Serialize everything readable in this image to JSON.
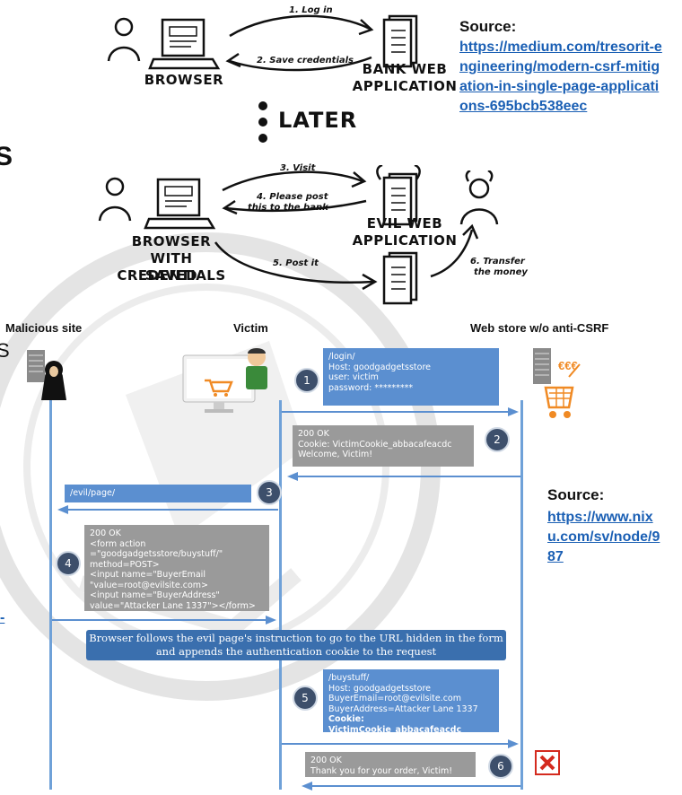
{
  "top_diagram": {
    "arrow_login": "1. Log in",
    "arrow_save": "2. Save credentials",
    "browser_label": "BROWSER",
    "bank_label_line1": "BANK WEB",
    "bank_label_line2": "APPLICATION",
    "later_label": "LATER",
    "arrow_visit": "3. Visit",
    "arrow_post_line1": "4. Please post",
    "arrow_post_line2": "this to the bank",
    "evil_label_line1": "EVIL WEB",
    "evil_label_line2": "APPLICATION",
    "browser_saved_line1": "BROWSER",
    "browser_saved_line2": "WITH SAVED",
    "browser_saved_line3": "CREDENTIALS",
    "arrow_postit": "5. Post it",
    "arrow_transfer_line1": "6. Transfer",
    "arrow_transfer_line2": "the money",
    "source_title": "Source:",
    "source_link": "https://medium.com/tresorit-engineering/modern-csrf-mitigation-in-single-page-applications-695bcb538eec"
  },
  "left_edge": {
    "char_1": "S",
    "char_2": "S",
    "link_fragment": "-"
  },
  "sequence": {
    "col_malicious": "Malicious site",
    "col_victim": "Victim",
    "col_webstore": "Web store w/o anti-CSRF",
    "store_currency": "€€€",
    "step1": {
      "num": "1",
      "l1": "/login/",
      "l2": "Host: goodgadgetsstore",
      "l3": "user:  victim",
      "l4": "password: *********"
    },
    "step2": {
      "num": "2",
      "l1": "200 OK",
      "l2": "Cookie: VictimCookie_abbacafeacdc",
      "l3": "Welcome, Victim!"
    },
    "step3": {
      "num": "3",
      "l1": "/evil/page/"
    },
    "step4": {
      "num": "4",
      "l1": "200 OK",
      "l2": "<form action =\"goodgadgetsstore/buystuff/\"",
      "l3": "method=POST>",
      "l4": "<input name=\"BuyerEmail",
      "l5": "\"value=root@evilsite.com>",
      "l6": "<input name=\"BuyerAddress\"",
      "l7": "value=\"Attacker Lane 1337\"></form>"
    },
    "banner_l1": "Browser follows the evil page's instruction to go to the URL hidden in the form",
    "banner_l2": "and appends the authentication cookie to the request",
    "step5": {
      "num": "5",
      "l1": "/buystuff/",
      "l2": "Host: goodgadgetsstore",
      "l3": "BuyerEmail=root@evilsite.com",
      "l4": "BuyerAddress=Attacker Lane 1337",
      "l5": "Cookie: VictimCookie_abbacafeacdc"
    },
    "step6": {
      "num": "6",
      "l1": "200 OK",
      "l2": "Thank you for your order, Victim!"
    },
    "source_title": "Source:",
    "source_link": "https://www.nixu.com/sv/node/987"
  }
}
